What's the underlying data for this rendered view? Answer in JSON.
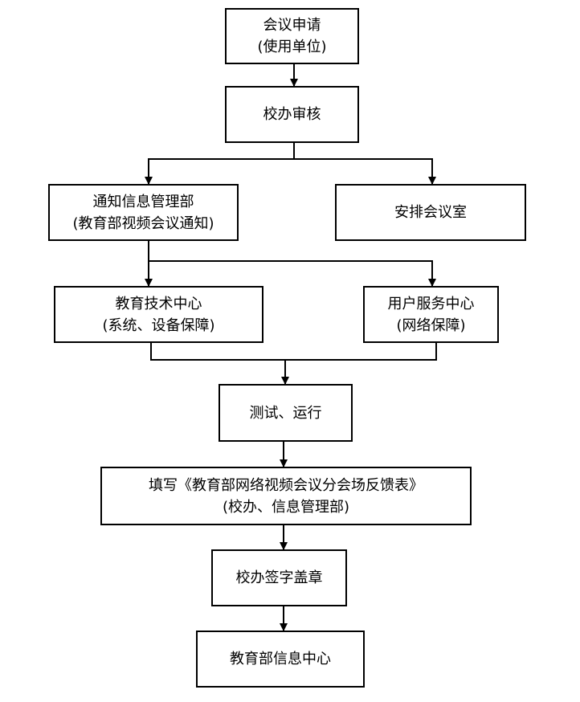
{
  "nodes": {
    "apply": {
      "line1": "会议申请",
      "line2": "(使用单位)"
    },
    "review": {
      "line1": "校办审核"
    },
    "notify": {
      "line1": "通知信息管理部",
      "line2": "(教育部视频会议通知)"
    },
    "arrange_room": {
      "line1": "安排会议室"
    },
    "tech_center": {
      "line1": "教育技术中心",
      "line2": "(系统、设备保障)"
    },
    "user_center": {
      "line1": "用户服务中心",
      "line2": "(网络保障)"
    },
    "test_run": {
      "line1": "测试、运行"
    },
    "feedback": {
      "line1": "填写《教育部网络视频会议分会场反馈表》",
      "line2": "(校办、信息管理部)"
    },
    "sign_seal": {
      "line1": "校办签字盖章"
    },
    "moe_center": {
      "line1": "教育部信息中心"
    }
  },
  "edges": [
    [
      "apply",
      "review"
    ],
    [
      "review",
      "notify"
    ],
    [
      "review",
      "arrange_room"
    ],
    [
      "notify",
      "tech_center"
    ],
    [
      "notify",
      "user_center"
    ],
    [
      "tech_center",
      "test_run"
    ],
    [
      "user_center",
      "test_run"
    ],
    [
      "test_run",
      "feedback"
    ],
    [
      "feedback",
      "sign_seal"
    ],
    [
      "sign_seal",
      "moe_center"
    ]
  ],
  "colors": {
    "line": "#000000",
    "box_border": "#000000",
    "background": "#ffffff"
  }
}
